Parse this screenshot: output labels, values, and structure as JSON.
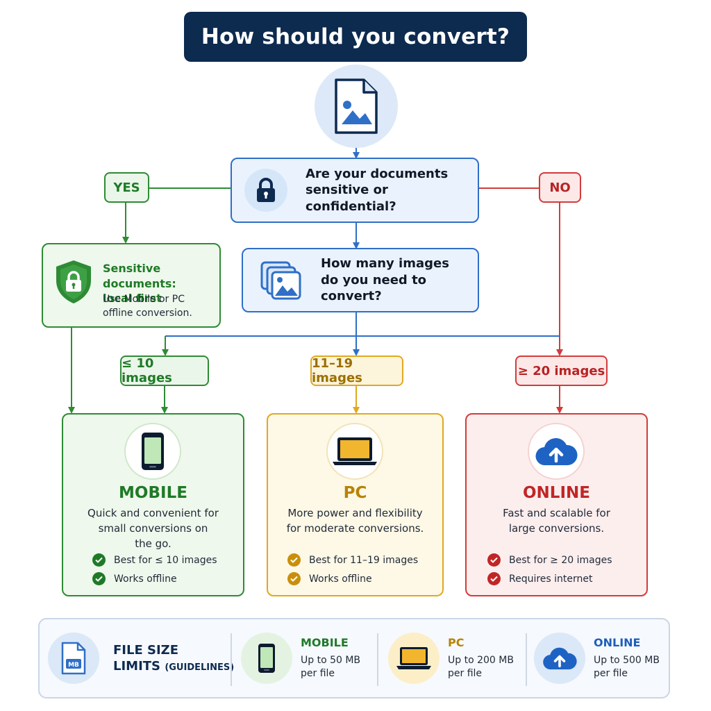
{
  "title": "How should you convert?",
  "questions": {
    "sensitive": {
      "line1": "Are your documents",
      "line2": "sensitive or confidential?",
      "icon": "lock-icon"
    },
    "count": {
      "line1": "How many images",
      "line2": "do you need to convert?",
      "icon": "images-icon"
    }
  },
  "answers": {
    "yes": "YES",
    "no": "NO"
  },
  "sensitive_note": {
    "title_line1": "Sensitive documents:",
    "title_line2": "local first",
    "sub_line1": "Use Mobile or PC",
    "sub_line2": "offline conversion.",
    "icon": "shield-lock-icon"
  },
  "ranges": {
    "small": "≤ 10 images",
    "medium": "11–19 images",
    "large": "≥ 20 images"
  },
  "cards": {
    "mobile": {
      "name": "MOBILE",
      "desc_line1": "Quick and convenient for",
      "desc_line2": "small conversions on",
      "desc_line3": "the go.",
      "feature1": "Best for ≤ 10 images",
      "feature2": "Works offline",
      "icon": "smartphone-icon"
    },
    "pc": {
      "name": "PC",
      "desc_line1": "More power and flexibility",
      "desc_line2": "for moderate conversions.",
      "feature1": "Best for 11–19 images",
      "feature2": "Works offline",
      "icon": "laptop-icon"
    },
    "online": {
      "name": "ONLINE",
      "desc_line1": "Fast and scalable for",
      "desc_line2": "large conversions.",
      "feature1": "Best for ≥ 20 images",
      "feature2": "Requires internet",
      "icon": "cloud-upload-icon"
    }
  },
  "limits": {
    "title_line1": "FILE SIZE",
    "title_line2": "LIMITS",
    "title_suffix": "(GUIDELINES)",
    "mb_label": "MB",
    "mobile": {
      "name": "MOBILE",
      "line1": "Up to 50 MB",
      "line2": "per file"
    },
    "pc": {
      "name": "PC",
      "line1": "Up to 200 MB",
      "line2": "per file"
    },
    "online": {
      "name": "ONLINE",
      "line1": "Up to 500 MB",
      "line2": "per file"
    }
  },
  "colors": {
    "navy": "#0d2a4f",
    "blue": "#2f6fc7",
    "green": "#2e8b34",
    "amber": "#e0a820",
    "red": "#d23b3b"
  }
}
